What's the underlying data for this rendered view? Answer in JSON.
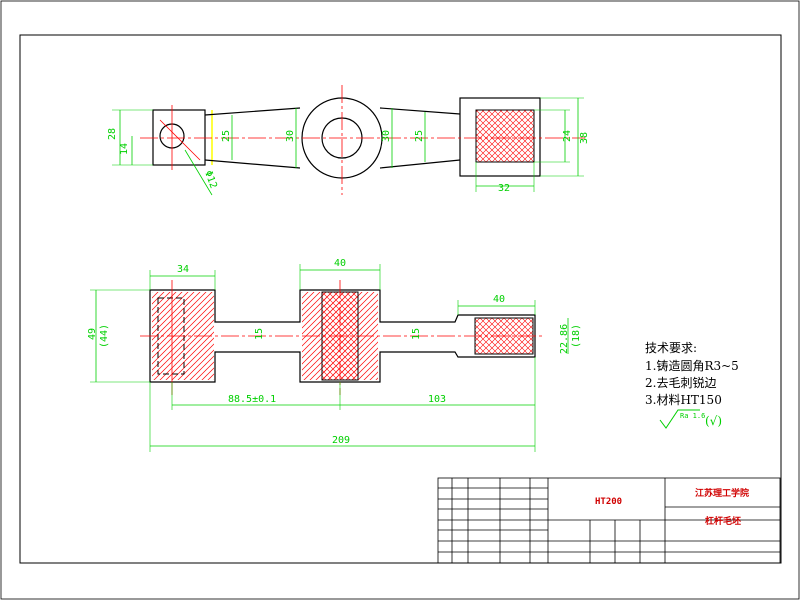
{
  "drawing": {
    "top_view": {
      "dims": {
        "d28": "28",
        "d14": "14",
        "d25a": "25",
        "d30a": "30",
        "d30b": "30",
        "d25b": "25",
        "d24": "24",
        "d38": "38",
        "d32": "32",
        "hole": "Φ12"
      }
    },
    "front_view": {
      "dims": {
        "d34": "34",
        "d40a": "40",
        "d40b": "40",
        "d49": "49",
        "d44": "(44)",
        "d15a": "15",
        "d15b": "15",
        "d22": "22.86",
        "d18": "(18)",
        "d88": "88.5±0.1",
        "d103": "103",
        "d209": "209"
      }
    },
    "tech_requirements": {
      "title": "技术要求:",
      "items": [
        "1.铸造圆角R3~5",
        "2.去毛刺锐边",
        "3.材料HT150"
      ],
      "roughness": "Ra 1.6",
      "roughness_general": "(√)"
    },
    "title_block": {
      "material": "HT200",
      "school": "江苏理工学院",
      "part_name": "杠杆毛坯"
    }
  },
  "colors": {
    "outline": "#000000",
    "dimension": "#00d000",
    "center": "#ff0000",
    "hatch": "#ff0000",
    "hidden": "#ffff00"
  }
}
